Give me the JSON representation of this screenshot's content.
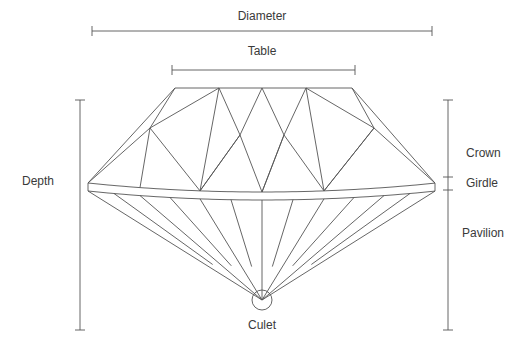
{
  "diagram": {
    "labels": [
      "Diameter",
      "Table",
      "Depth",
      "Crown",
      "Girdle",
      "Pavilion",
      "Culet"
    ]
  }
}
